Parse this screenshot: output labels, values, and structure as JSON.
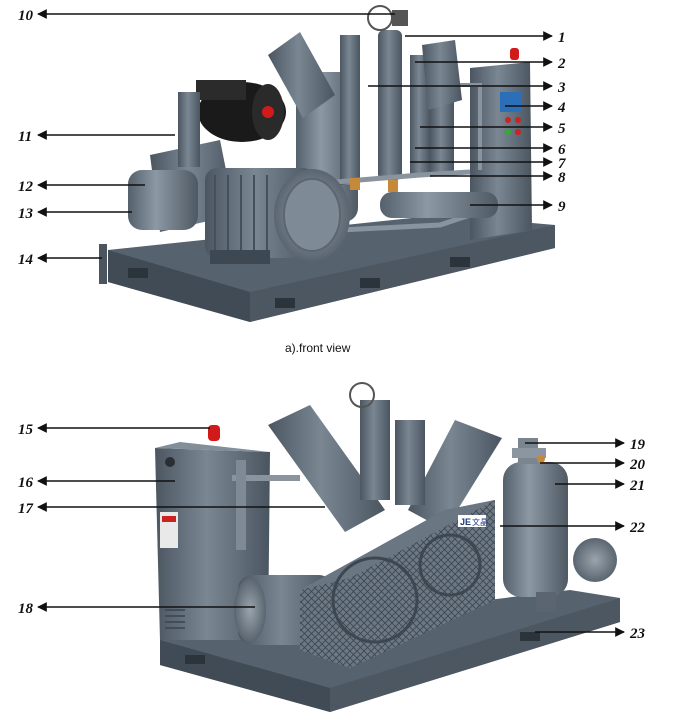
{
  "captions": {
    "front": "a).front view"
  },
  "callouts": {
    "c1": "1",
    "c2": "2",
    "c3": "3",
    "c4": "4",
    "c5": "5",
    "c6": "6",
    "c7": "7",
    "c8": "8",
    "c9": "9",
    "c10": "10",
    "c11": "11",
    "c12": "12",
    "c13": "13",
    "c14": "14",
    "c15": "15",
    "c16": "16",
    "c17": "17",
    "c18": "18",
    "c19": "19",
    "c20": "20",
    "c21": "21",
    "c22": "22",
    "c23": "23"
  },
  "brand": {
    "plate": "JE",
    "plate_cn": "文晶"
  },
  "colors": {
    "machine": "#5d6a76",
    "machine_dark": "#3e4852",
    "filter": "#1a1a1a",
    "indicator": "#d21a1a",
    "copper": "#c6893a"
  }
}
